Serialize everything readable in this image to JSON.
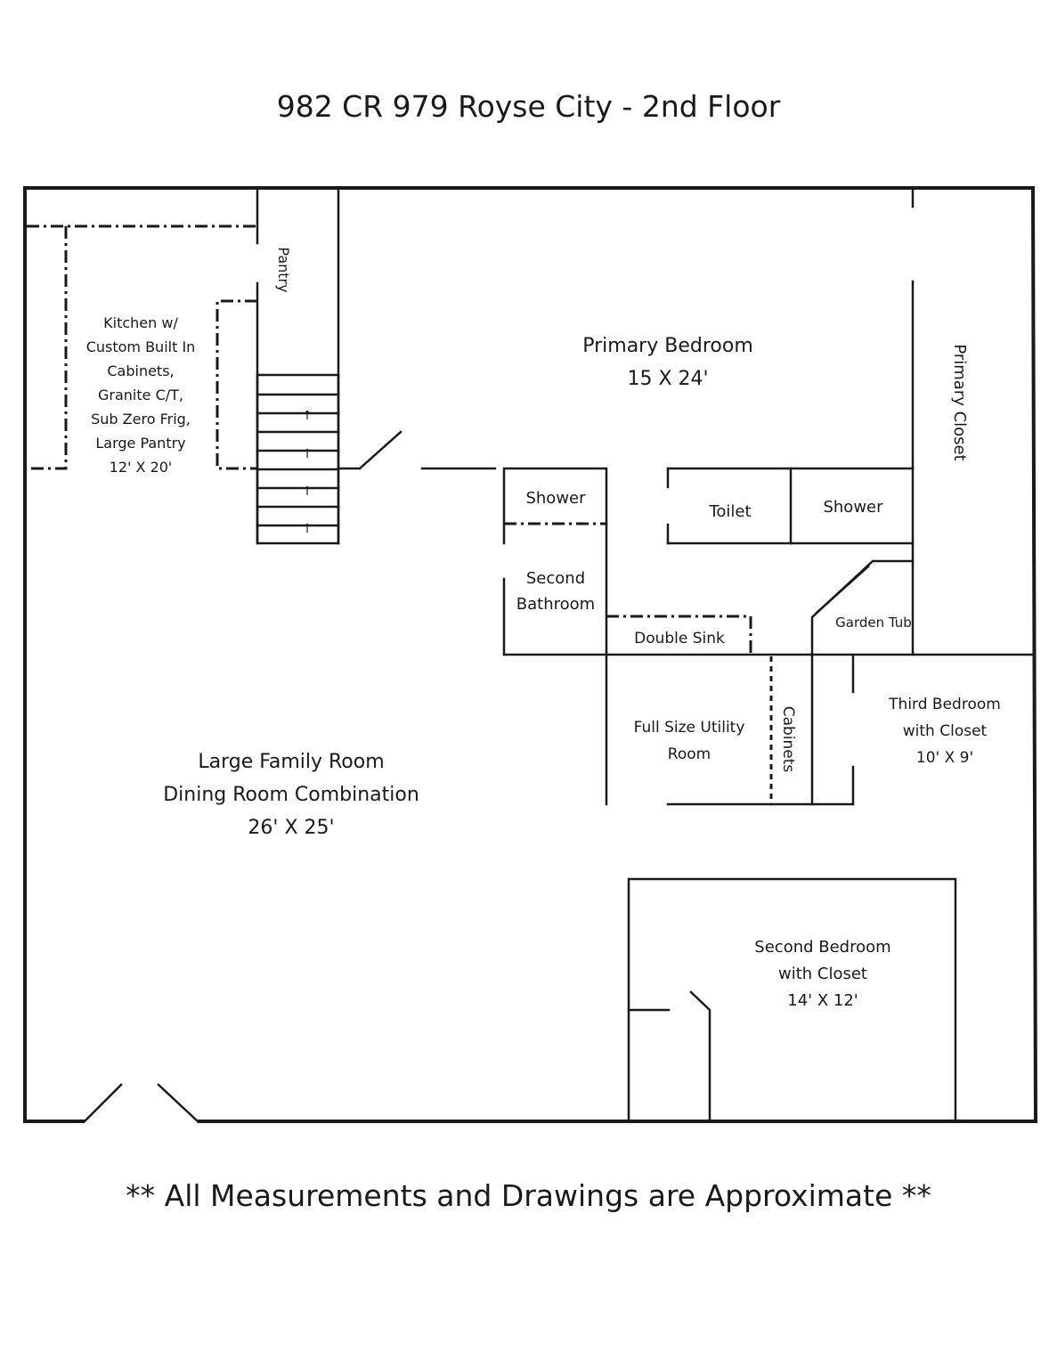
{
  "title": "982 CR 979 Royse City  - 2nd Floor",
  "footer": "** All Measurements and Drawings are Approximate **",
  "rooms": {
    "kitchen": [
      "Kitchen w/",
      "Custom Built In",
      "Cabinets,",
      "Granite C/T,",
      "Sub Zero Frig,",
      "Large Pantry",
      "12' X 20'"
    ],
    "pantry": "Pantry",
    "primary_bedroom": [
      "Primary Bedroom",
      "15 X 24'"
    ],
    "primary_closet": "Primary Closet",
    "shower_left": "Shower",
    "shower_right": "Shower",
    "toilet": "Toilet",
    "second_bathroom": [
      "Second",
      "Bathroom"
    ],
    "double_sink": "Double Sink",
    "garden_tub": "Garden Tub",
    "utility_room": [
      "Full Size Utility",
      "Room"
    ],
    "cabinets": "Cabinets",
    "third_bedroom": [
      "Third Bedroom",
      "with Closet",
      "10' X 9'"
    ],
    "family_room": [
      "Large Family Room",
      "Dining Room Combination",
      "26' X 25'"
    ],
    "second_bedroom": [
      "Second Bedroom",
      "with Closet",
      "14' X 12'"
    ]
  }
}
